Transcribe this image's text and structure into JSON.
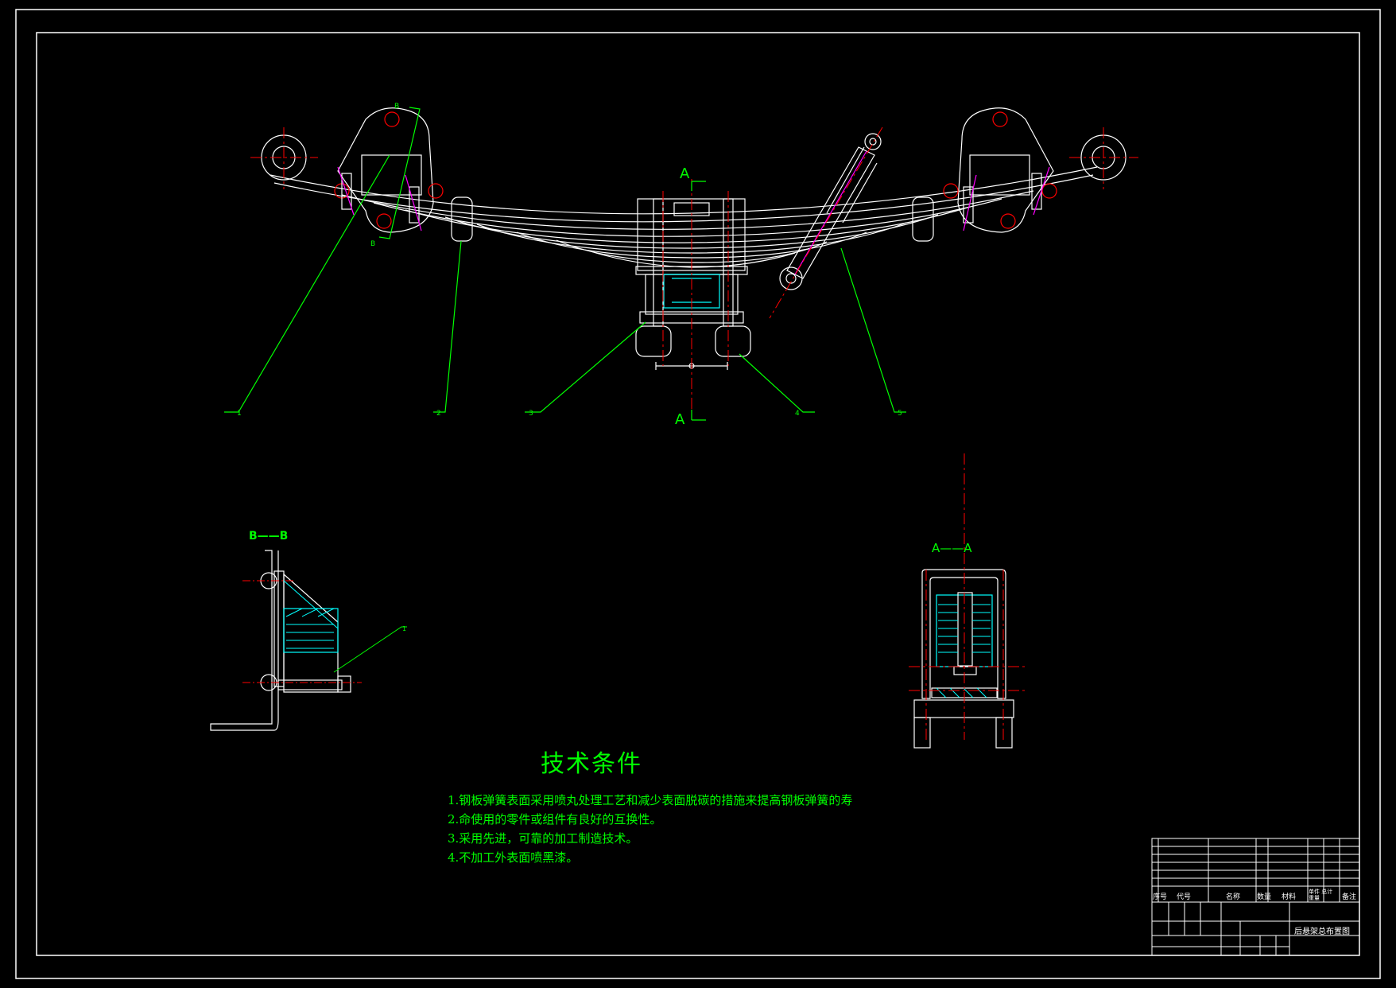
{
  "drawing": {
    "section_labels": {
      "main_top": "A",
      "main_bottom": "A",
      "view_b": "B——B",
      "view_a": "A——A",
      "b_mark_top": "B",
      "b_mark_bottom": "B"
    },
    "balloons": [
      "1",
      "2",
      "3",
      "4",
      "5"
    ],
    "side_balloon": "1",
    "colors": {
      "background": "#000000",
      "outline": "#ffffff",
      "leader": "#00ff00",
      "centerline": "#ff0000",
      "hatch": "#00ffff",
      "hidden": "#ff00ff"
    }
  },
  "tech_conditions": {
    "title": "技术条件",
    "items": [
      "1.钢板弹簧表面采用喷丸处理工艺和减少表面脱碳的措施来提高钢板弹簧的寿",
      "2.命使用的零件或组件有良好的互换性。",
      "3.采用先进，可靠的加工制造技术。",
      "4.不加工外表面喷黑漆。"
    ]
  },
  "title_block": {
    "header": {
      "seq": "序号",
      "code": "代号",
      "name": "名称",
      "qty": "数量",
      "material": "材料",
      "weight": "单件 总计 重量",
      "remark": "备注"
    },
    "drawing_title": "后悬架总布置图"
  }
}
